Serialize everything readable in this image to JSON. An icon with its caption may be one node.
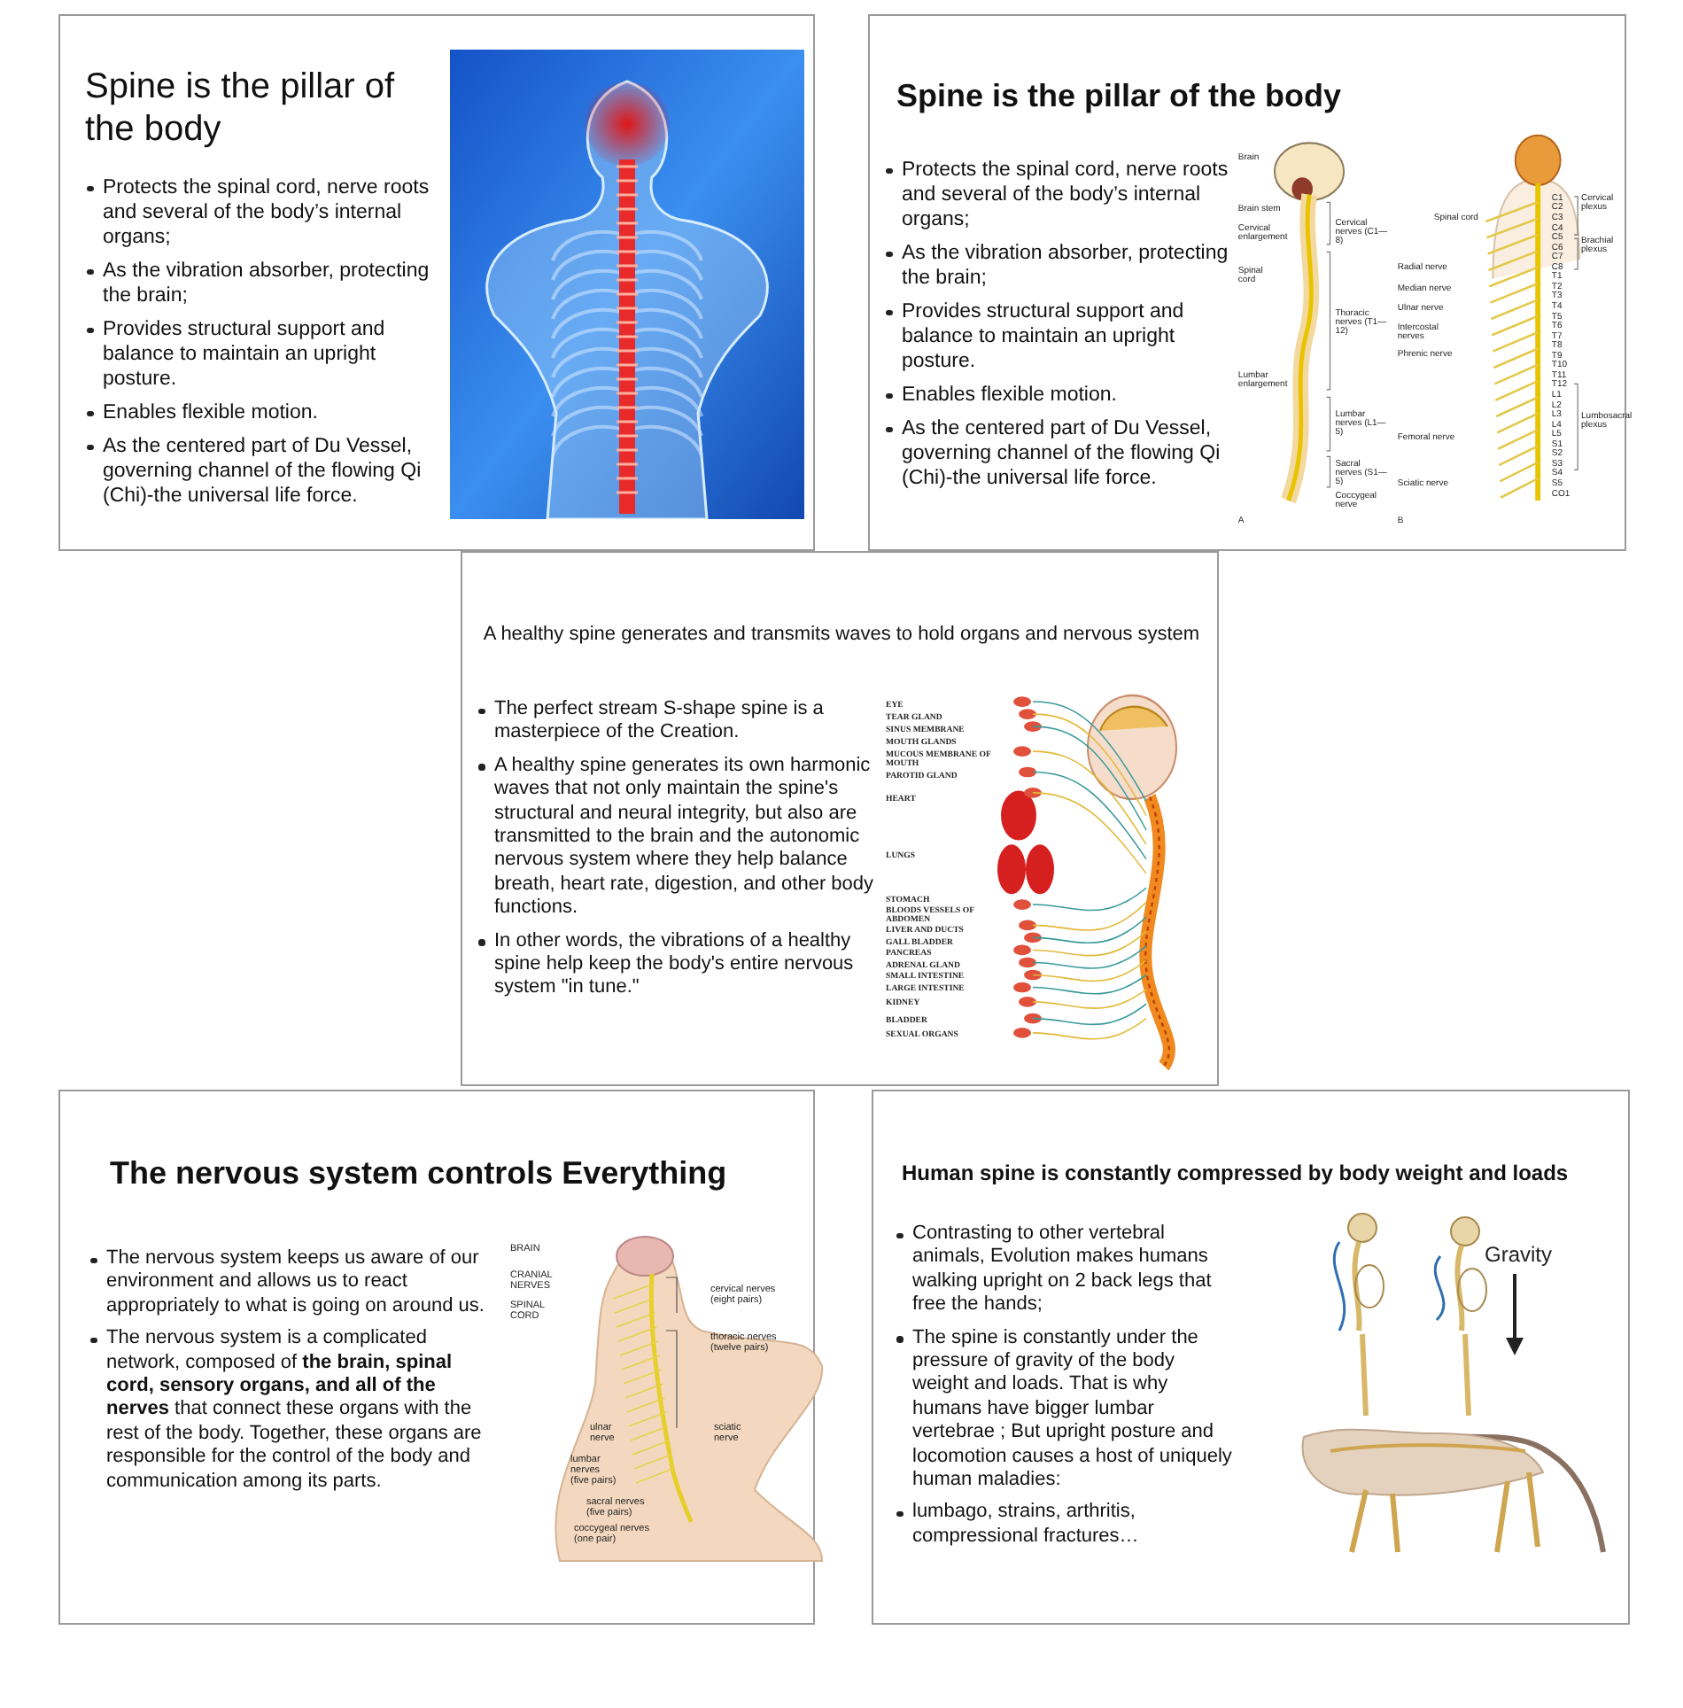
{
  "diagram": {
    "nodes": [
      {
        "text": [
          "Spine is the pillar of the body",
          "Protects the spinal cord, nerve roots and several of the body’s internal organs;",
          "As the vibration absorber, protecting the brain;",
          "Provides structural support and balance to maintain an upright posture.",
          "Enables flexible motion.",
          "As the centered part of Du Vessel, governing channel of  the flowing Qi (Chi)-the universal life force."
        ]
      },
      {
        "text": [],
        "shape": "picture",
        "in": 0
      },
      {
        "text": [
          "Spine is the pillar of the body",
          "Protects the spinal cord, nerve roots and several of the body’s internal organs;",
          "As the vibration absorber, protecting the brain;",
          "Provides structural support and balance to maintain an upright posture.",
          "Enables flexible motion.",
          "As the centered part of Du Vessel, governing channel of  the flowing Qi (Chi)-the universal life force."
        ]
      },
      {
        "text": [],
        "shape": "picture",
        "in": 2
      },
      {
        "text": [
          "A healthy spine generates and transmits waves to hold organs and nervous system",
          "The perfect stream S-shape spine is a masterpiece of the Creation.",
          "A healthy spine generates its own harmonic waves that not only maintain the spine's structural and neural integrity, but also are transmitted to the brain and the autonomic nervous system where they help balance breath, heart rate, digestion, and other body functions.",
          "In other words, the vibrations of a healthy spine help keep the body's entire nervous system \"in tune.\""
        ]
      },
      {
        "text": [],
        "shape": "picture",
        "in": 4
      },
      {
        "text": [
          "The nervous system controls Everything",
          "The nervous system keeps us aware of our environment and allows us to react appropriately to what is going on around us.",
          "The nervous system is a complicated network, composed of **the brain, spinal cord, sensory organs, and all of the nerves** that connect these organs with the rest of the body. Together, these organs are responsible for the control of the body and communication among its parts."
        ]
      },
      {
        "text": [],
        "shape": "picture",
        "in": 6
      },
      {
        "text": [
          "Human spine is constantly compressed by body weight and loads",
          "Contrasting to other vertebral animals, Evolution makes humans walking upright on  2 back legs that free the hands;",
          "The spine is constantly under the pressure of gravity of the body weight and loads. That is why humans have bigger lumbar vertebrae ; But upright posture and locomotion causes a host of uniquely human maladies:",
          "lumbago, strains, arthritis, compressional fractures…"
        ]
      },
      {
        "text": [],
        "shape": "picture",
        "in": 8
      }
    ],
    "labels": [
      "Brain",
      "Brain stem",
      "Cervical enlargement",
      "Spinal cord",
      "Lumbar enlargement",
      "Cervical nerves (C1—8)",
      "Thoracic nerves (T1—12)",
      "Lumbar nerves (L1—5)",
      "Sacral nerves (S1—5)",
      "Coccygeal nerve",
      "A",
      "Spinal cord",
      "Radial nerve",
      "Median nerve",
      "Ulnar nerve",
      "Intercostal nerves",
      "Phrenic nerve",
      "Femoral nerve",
      "Sciatic nerve",
      "B",
      "Cervical plexus",
      "Brachial plexus",
      "Lumbosacral plexus",
      "C1",
      "C2",
      "C3",
      "C4",
      "C5",
      "C6",
      "C7",
      "C8",
      "T1",
      "T2",
      "T3",
      "T4",
      "T5",
      "T6",
      "T7",
      "T8",
      "T9",
      "T10",
      "T11",
      "T12",
      "L1",
      "L2",
      "L3",
      "L4",
      "L5",
      "S1",
      "S2",
      "S3",
      "S4",
      "S5",
      "CO1",
      "EYE",
      "TEAR GLAND",
      "SINUS MEMBRANE",
      "MOUTH GLANDS",
      "MUCOUS MEMBRANE OF MOUTH",
      "PAROTID GLAND",
      "HEART",
      "LUNGS",
      "STOMACH",
      "BLOODS VESSELS OF ABDOMEN",
      "LIVER AND DUCTS",
      "GALL BLADDER",
      "PANCREAS",
      "ADRENAL GLAND",
      "SMALL INTESTINE",
      "LARGE INTESTINE",
      "KIDNEY",
      "BLADDER",
      "SEXUAL ORGANS",
      "BRAIN",
      "CRANIAL NERVES",
      "SPINAL CORD",
      "cervical nerves (eight pairs)",
      "thoracic nerves (twelve pairs)",
      "ulnar nerve",
      "sciatic nerve",
      "lumbar nerves (five pairs)",
      "sacral nerves (five pairs)",
      "coccygeal nerves (one pair)",
      "Gravity"
    ]
  }
}
